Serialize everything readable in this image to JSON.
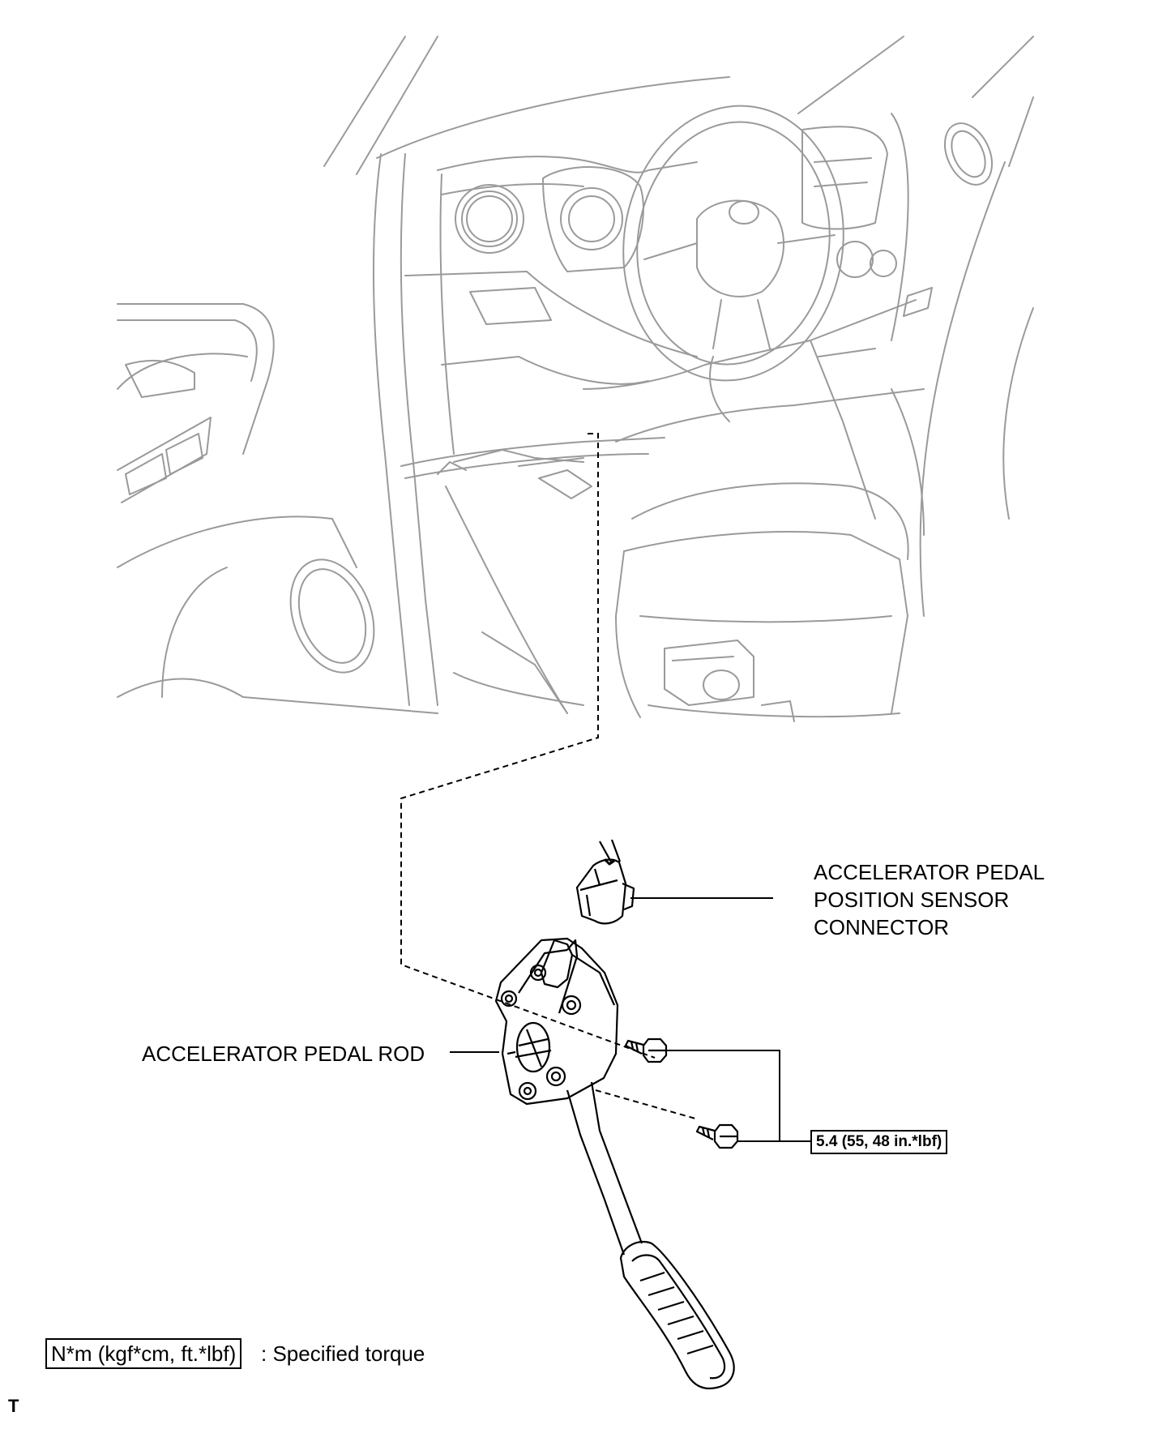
{
  "labels": {
    "sensor_connector": [
      "ACCELERATOR PEDAL",
      "POSITION SENSOR",
      "CONNECTOR"
    ],
    "pedal_rod": "ACCELERATOR PEDAL ROD",
    "torque_value": "5.4 (55, 48 in.*lbf)"
  },
  "legend": {
    "unit_box": "N*m (kgf*cm, ft.*lbf)",
    "description": ": Specified torque"
  },
  "corner_mark": "T",
  "colors": {
    "line": "#000000",
    "faint_line": "#9a9a9a",
    "background": "#ffffff"
  }
}
